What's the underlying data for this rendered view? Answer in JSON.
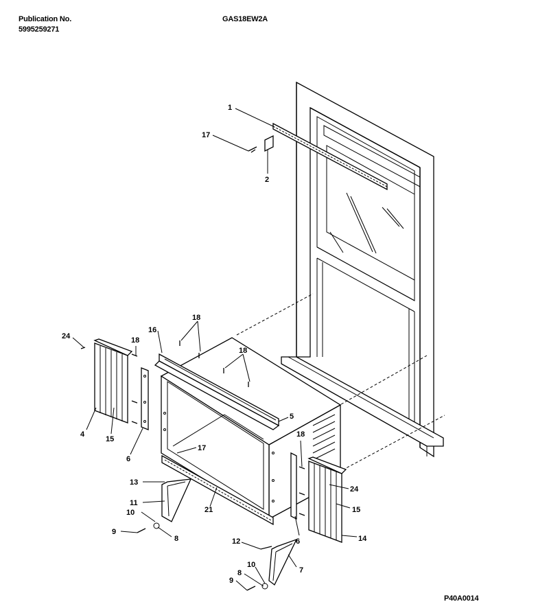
{
  "header": {
    "publication_label": "Publication No.",
    "publication_number": "5995259271",
    "model": "GAS18EW2A"
  },
  "footer": {
    "diagram_code": "P40A0014"
  },
  "callouts": [
    "1",
    "17",
    "2",
    "24",
    "18",
    "16",
    "18",
    "18",
    "5",
    "4",
    "15",
    "6",
    "17",
    "13",
    "11",
    "10",
    "9",
    "8",
    "21",
    "18",
    "24",
    "15",
    "6",
    "14",
    "12",
    "10",
    "8",
    "9",
    "7"
  ]
}
